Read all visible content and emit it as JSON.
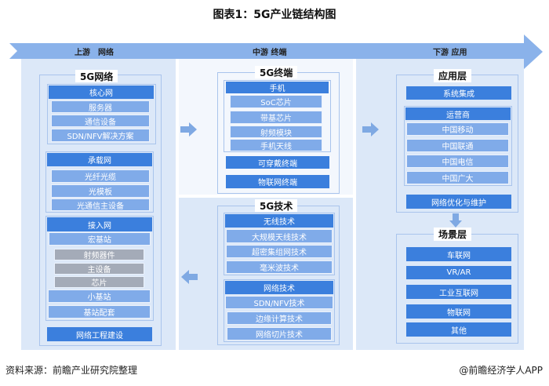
{
  "title": "图表1：5G产业链结构图",
  "stages": {
    "upstream": "上游　网络",
    "midstream": "中游 终端",
    "downstream": "下游 应用"
  },
  "network": {
    "label": "5G网络",
    "core": {
      "header": "核心网",
      "items": [
        "服务器",
        "通信设备",
        "SDN/NFV解决方案"
      ]
    },
    "bearer": {
      "header": "承载网",
      "items": [
        "光纤光缆",
        "光模板",
        "光通信主设备"
      ]
    },
    "access": {
      "header": "接入网",
      "macro": "宏基站",
      "macro_items": [
        "射频器件",
        "主设备",
        "芯片"
      ],
      "small": "小基站",
      "support": "基站配套"
    },
    "engineering": "网络工程建设"
  },
  "terminal": {
    "label": "5G终端",
    "phone": {
      "header": "手机",
      "items": [
        "SoC芯片",
        "带基芯片",
        "射频模块",
        "手机天线"
      ]
    },
    "wearable": "可穿戴终端",
    "iot": "物联网终端"
  },
  "tech": {
    "label": "5G技术",
    "wireless": {
      "header": "无线技术",
      "items": [
        "大规模天线技术",
        "超密集组网技术",
        "毫米波技术"
      ]
    },
    "network": {
      "header": "网络技术",
      "items": [
        "SDN/NFV技术",
        "边缘计算技术",
        "网络切片技术"
      ]
    }
  },
  "application": {
    "label": "应用层",
    "integration": "系统集成",
    "operators": {
      "header": "运营商",
      "items": [
        "中国移动",
        "中国联通",
        "中国电信",
        "中国广大"
      ]
    },
    "optimization": "网络优化与维护"
  },
  "scenario": {
    "label": "场景层",
    "items": [
      "车联网",
      "VR/AR",
      "工业互联网",
      "物联网",
      "其他"
    ]
  },
  "footer": {
    "source": "资料来源：前瞻产业研究院整理",
    "brand": "@前瞻经济学人APP"
  },
  "colors": {
    "header": "#3b7fdd",
    "item": "#80abe9",
    "gray": "#a4abb8",
    "panel": "#dce8f8",
    "band": "#8ab2ea"
  }
}
